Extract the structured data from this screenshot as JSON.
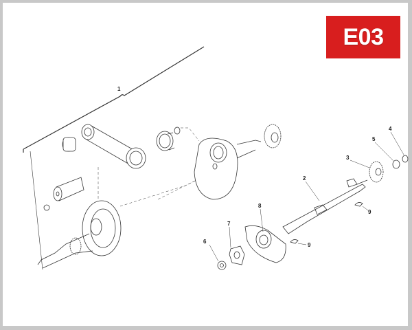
{
  "page": {
    "section_code": "E03",
    "badge_color": "#d81e1e",
    "frame_color": "#c8c8c8"
  },
  "diagram": {
    "type": "exploded-parts-view",
    "subject": "crankshaft assembly",
    "callouts": [
      {
        "id": "1",
        "label": "1"
      },
      {
        "id": "2",
        "label": "2"
      },
      {
        "id": "3",
        "label": "3"
      },
      {
        "id": "4",
        "label": "4"
      },
      {
        "id": "5",
        "label": "5"
      },
      {
        "id": "6",
        "label": "6"
      },
      {
        "id": "7",
        "label": "7"
      },
      {
        "id": "8",
        "label": "8"
      },
      {
        "id": "9a",
        "label": "9"
      },
      {
        "id": "9b",
        "label": "9"
      }
    ]
  }
}
